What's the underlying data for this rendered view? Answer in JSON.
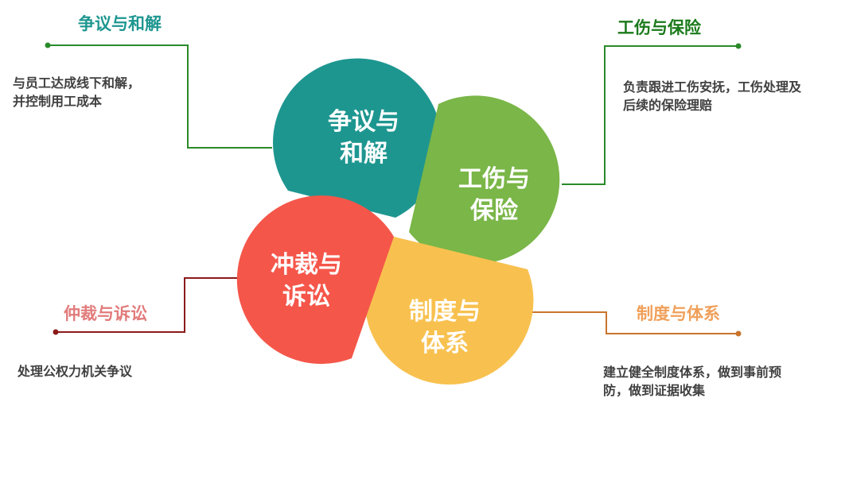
{
  "colors": {
    "teal": "#1e9690",
    "green": "#7ab648",
    "red": "#f5564a",
    "yellow": "#f8c14f",
    "dark_green": "#2a8a2a",
    "dark_red": "#8b1a1a",
    "orange_line": "#c9742c",
    "title_teal": "#1e9690",
    "title_green": "#1a7a1a",
    "title_red": "#e27b7b",
    "title_orange": "#f0a05a"
  },
  "petals": {
    "teal": {
      "line1": "争议与",
      "line2": "和解"
    },
    "green": {
      "line1": "工伤与",
      "line2": "保险"
    },
    "red": {
      "line1": "冲裁与",
      "line2": "诉讼"
    },
    "yellow": {
      "line1": "制度与",
      "line2": "体系"
    }
  },
  "callouts": {
    "top_left": {
      "title": "争议与和解",
      "desc1": "与员工达成线下和解，",
      "desc2": "并控制用工成本"
    },
    "top_right": {
      "title": "工伤与保险",
      "desc1": "负责跟进工伤安抚，工伤处理及",
      "desc2": "后续的保险理赔"
    },
    "bottom_left": {
      "title": "仲裁与诉讼",
      "desc1": "处理公权力机关争议"
    },
    "bottom_right": {
      "title": "制度与体系",
      "desc1": "建立健全制度体系，做到事前预",
      "desc2": "防，做到证据收集"
    }
  }
}
